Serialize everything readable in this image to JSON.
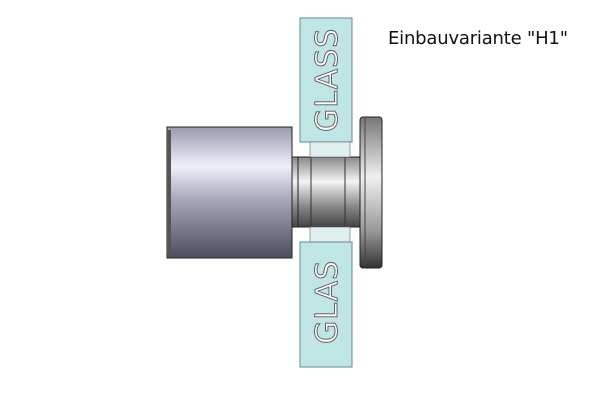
{
  "title": "Einbauvariante \"H1\"",
  "glass_top_label": "GLASS",
  "glass_bottom_label": "GLAS",
  "colors": {
    "glass": "#bfe6e4",
    "glass_edge": "#6a8a88",
    "metal_light": "#e8e8f0",
    "metal_dark": "#55556a"
  }
}
